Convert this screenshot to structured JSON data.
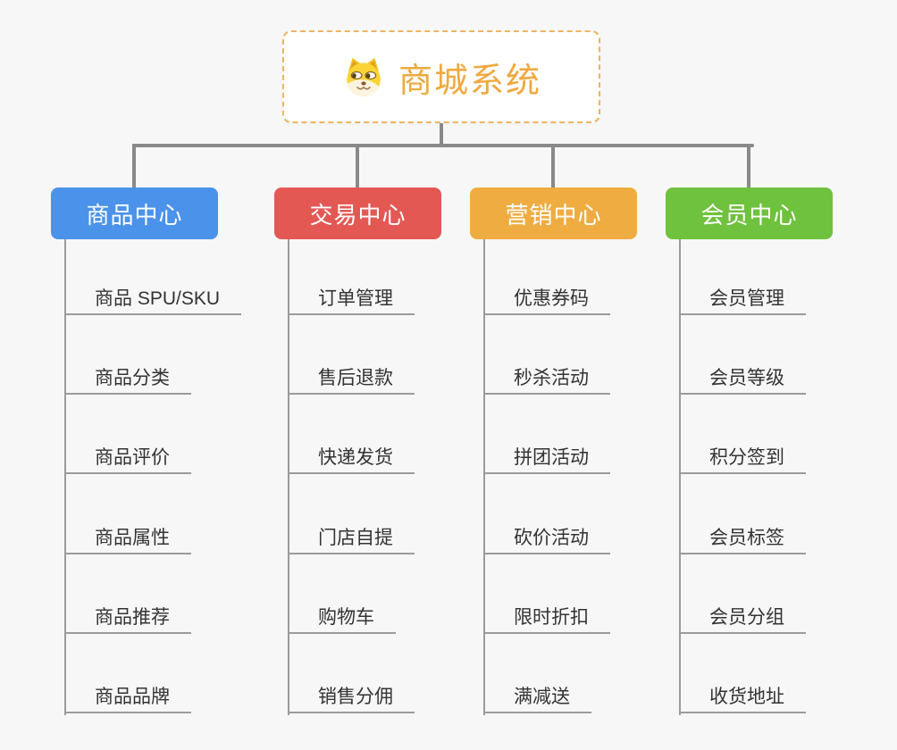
{
  "root": {
    "title": "商城系统",
    "icon": "dog-face"
  },
  "branches": [
    {
      "label": "商品中心",
      "color": "#4b93ea",
      "children": [
        "商品 SPU/SKU",
        "商品分类",
        "商品评价",
        "商品属性",
        "商品推荐",
        "商品品牌"
      ]
    },
    {
      "label": "交易中心",
      "color": "#e45854",
      "children": [
        "订单管理",
        "售后退款",
        "快递发货",
        "门店自提",
        "购物车",
        "销售分佣"
      ]
    },
    {
      "label": "营销中心",
      "color": "#efad41",
      "children": [
        "优惠券码",
        "秒杀活动",
        "拼团活动",
        "砍价活动",
        "限时折扣",
        "满减送"
      ]
    },
    {
      "label": "会员中心",
      "color": "#6fc23d",
      "children": [
        "会员管理",
        "会员等级",
        "积分签到",
        "会员标签",
        "会员分组",
        "收货地址"
      ]
    }
  ],
  "colors": {
    "background": "#f7f7f7",
    "connector": "#898989",
    "leaf_line": "#9b9b9b",
    "leaf_text": "#333333",
    "root_text": "#efa93e",
    "root_border": "#edb45f"
  }
}
